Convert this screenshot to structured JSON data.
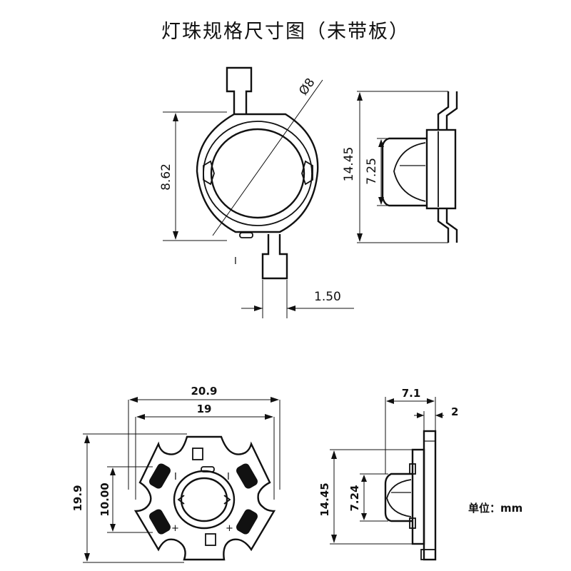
{
  "title": "灯珠规格尺寸图（未带板）",
  "top_view": {
    "diameter_label": "Ø8",
    "height_label": "8.62",
    "lead_width_label": "1.50",
    "polarity_label": "I"
  },
  "top_side_view": {
    "total_height_label": "14.45",
    "lens_height_label": "7.25"
  },
  "board_view": {
    "width_outer_label": "20.9",
    "width_inner_label": "19",
    "height_label": "19.9",
    "inner_height_label": "10.00",
    "minus_sign": "I",
    "plus_sign": "+"
  },
  "board_side_view": {
    "depth_label": "7.1",
    "board_thickness_label": "2",
    "total_height_label": "14.45",
    "lens_height_label": "7.24"
  },
  "unit_label": "单位：mm"
}
